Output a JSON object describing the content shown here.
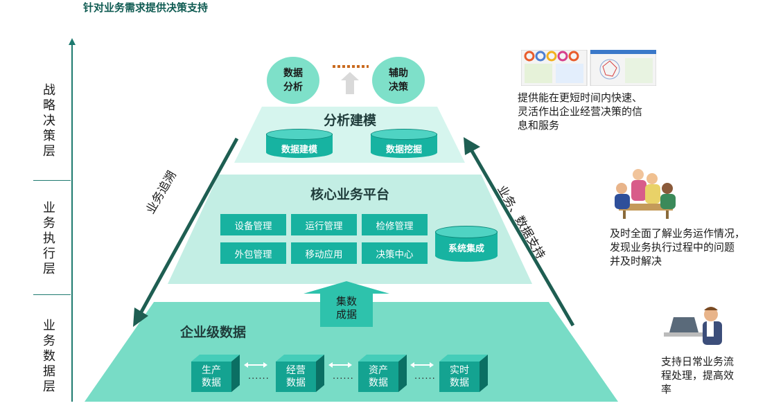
{
  "title": "针对业务需求提供决策支持",
  "layers": [
    "战略决策层",
    "业务执行层",
    "业务数据层"
  ],
  "top_circles": {
    "left": "数据\n分析",
    "right": "辅助\n决策"
  },
  "analysis_modeling": {
    "title": "分析建模",
    "cylinders": [
      "数据建模",
      "数据挖掘"
    ]
  },
  "core_platform": {
    "title": "核心业务平台",
    "modules": [
      "设备管理",
      "运行管理",
      "检修管理",
      "外包管理",
      "移动应用",
      "决策中心"
    ],
    "cylinder": "系统集成"
  },
  "integration_arrow": "集数\n成据",
  "enterprise_data": {
    "title": "企业级数据",
    "blocks": [
      "生产\n数据",
      "经营\n数据",
      "资产\n数据",
      "实时\n数据"
    ]
  },
  "left_arrow_label": "业务追溯",
  "right_arrow_label": "业务、数据支持",
  "descriptions": {
    "strategic": "提供能在更短时间内快速、\n灵活作出企业经营决策的信\n息和服务",
    "execution": "及时全面了解业务运作情况，\n发现业务执行过程中的问题\n并及时解决",
    "data": "支持日常业务流\n程处理，提高效\n率"
  },
  "colors": {
    "accent": "#18b2a0",
    "dark_arrow": "#1e5e52",
    "light_fill": "#c3eee4"
  }
}
